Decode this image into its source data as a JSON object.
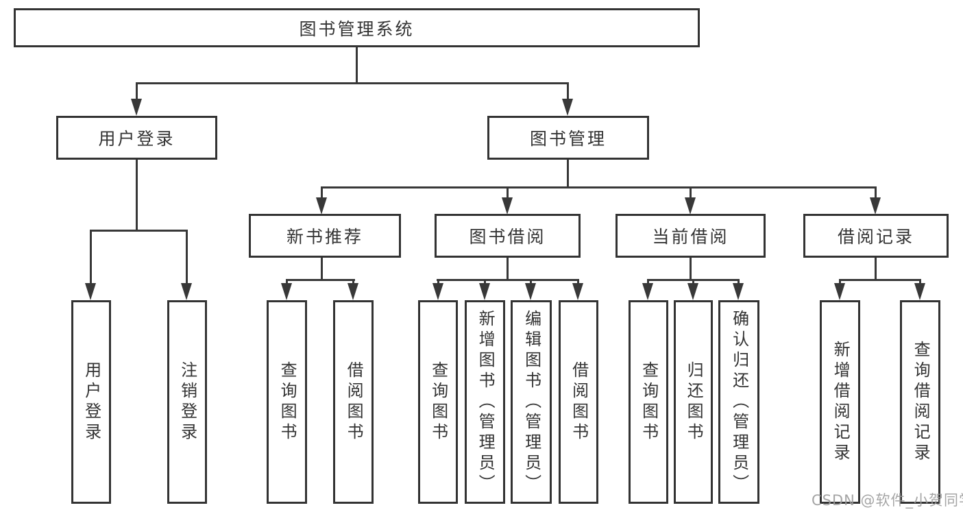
{
  "tree": {
    "root": {
      "label": "图书管理系统"
    },
    "branches": [
      {
        "label": "用户登录",
        "children": [
          {
            "label": "用户登录"
          },
          {
            "label": "注销登录"
          }
        ]
      },
      {
        "label": "图书管理",
        "children": [
          {
            "label": "新书推荐",
            "children": [
              {
                "label": "查询图书"
              },
              {
                "label": "借阅图书"
              }
            ]
          },
          {
            "label": "图书借阅",
            "children": [
              {
                "label": "查询图书"
              },
              {
                "label": "新增图书（管理员）"
              },
              {
                "label": "编辑图书（管理员）"
              },
              {
                "label": "借阅图书"
              }
            ]
          },
          {
            "label": "当前借阅",
            "children": [
              {
                "label": "查询图书"
              },
              {
                "label": "归还图书"
              },
              {
                "label": "确认归还（管理员）"
              }
            ]
          },
          {
            "label": "借阅记录",
            "children": [
              {
                "label": "新增借阅记录"
              },
              {
                "label": "查询借阅记录"
              }
            ]
          }
        ]
      }
    ]
  },
  "watermark": {
    "text": "CSDN @软件_小贺同学"
  },
  "colors": {
    "line": "#383838",
    "box_border": "#333333",
    "box_fill": "#ffffff",
    "text": "#333333",
    "watermark": "#9b9b9b",
    "background": "#ffffff"
  }
}
